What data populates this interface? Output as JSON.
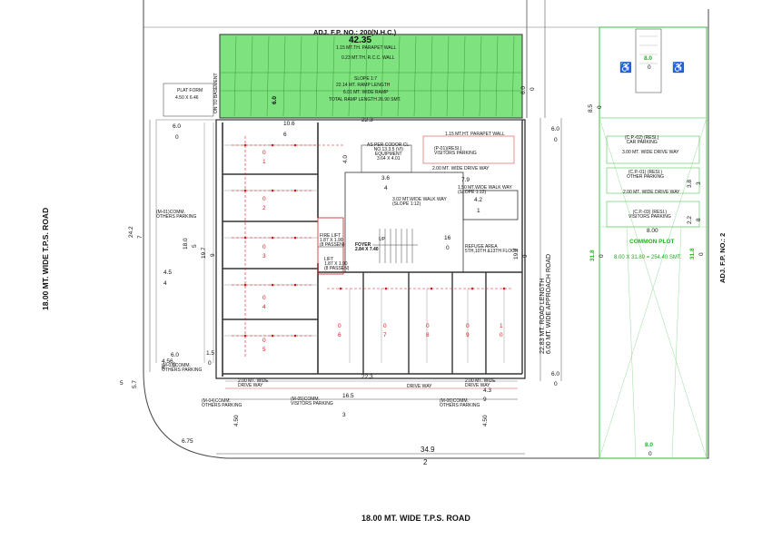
{
  "roads": {
    "bottom": "18.00 MT. WIDE T.P.S. ROAD",
    "left": "18.00 MT. WIDE T.P.S. ROAD",
    "right_plot": "ADJ. F.P. NO.: 2",
    "top_plot": "ADJ. F.P. NO.: 200(N.H.C.)"
  },
  "ramp": {
    "width": "42.35",
    "wall1": "1.15 MT.TH. PARAPET WALL",
    "wall2": "0.23 MT.TH. R.C.C. WALL",
    "slope": "SLOPE 1:7",
    "length": "22.14 MT. RAMP LENGTH",
    "wide": "6.01 MT. WIDE RAMP",
    "area": "TOTAL RAMP LENGTH 26.90 SMT.",
    "depth": "6.0",
    "basement": "ON TO BASEMENT"
  },
  "platform": {
    "title": "PLAT FORM",
    "size": "4.50 X 6.46"
  },
  "dims": {
    "d34_9": "34.9",
    "d2": "2",
    "d16_5": "16.5",
    "d3": "3",
    "d22_3a": "22.3",
    "d22_3b": "22.3",
    "d10_6": "10.6",
    "d6a": "6",
    "d24_2": "24.2",
    "d7": "7",
    "d18_0": "18.0",
    "d5": "5",
    "d19_7a": "19.7",
    "d9a": "9",
    "d19_7b": "19.7",
    "d9b": "9",
    "d4_5": "4.5",
    "d4": "4",
    "d6_0a": "6.0",
    "d0a": "0",
    "d6_0b": "6.0",
    "d0b": "0",
    "d6_0c": "6.0",
    "d0c": "0",
    "d6_0d": "6.0",
    "d0d": "0",
    "d6_0e": "6.0",
    "d0e": "0",
    "d8_5": "8.5",
    "d0f": "0",
    "d1_5": "1.5",
    "d0g": "0",
    "d4_56": "4.56",
    "d6b": "6",
    "d5_7": "5.7",
    "d5b": "5",
    "d6_75": "6.75",
    "d4_50a": "4.50",
    "d4_50b": "4.50",
    "d4_3": "4.3",
    "d9c": "9",
    "d3_6": "3.6",
    "d4b": "4",
    "d4_0": "4.0",
    "d7_9": "7.9",
    "d3_8": "3.8",
    "d3b": "3",
    "d2_2": "2.2",
    "d8": "8",
    "d31_8a": "31.8",
    "d0h": "0",
    "d31_8b": "31.8",
    "d0i": "0",
    "d8_00": "8.00",
    "d4_2": "4.2",
    "d1": "1",
    "d16": "16",
    "d0j": "0"
  },
  "parking": {
    "left_comm": "(M-01)COMM.\nOTHERS PARKING",
    "left_comm2": "(M-03)COMM.\nOTHERS PARKING",
    "bottom_visitors": "(M-05)COMM.\nVISITORS PARKING",
    "bottom_others": "(M-06)COMM.\nOTHERS PARKING",
    "bottom_others2": "(M-04)COMM.\nOTHERS PARKING",
    "top_visitors": "(P-01)(RESI.)\nVISITORS PARKING",
    "drive1": "2.00 MT. WIDE DRIVE WAY",
    "drive2": "2.00 MT. WIDE\nDRIVE WAY",
    "drive3": "2.00 MT. WIDE\nDRIVE WAY",
    "drive4": "DRIVE WAY",
    "walk1": "3.02 MT.WIDE WALK WAY\n(SLOPE 1:12)",
    "walk2": "1.50 MT.WIDE WALK WAY\n(SLOPE 1:12)",
    "parapet": "1.15 MT.HT. PARAPET WALL",
    "equipment": "AS PER CODOR CL.\nNO.13.3.5 (VI)\nEQUIPMENT\n3.64 X 4.01",
    "refuge": "REFUGE AREA\n5TH,10TH &13TH FLOOR",
    "foyer": "FOYER\n2.84 X 7.40",
    "fire_lift": "FIRE LIFT\n1.87 X 1.90\n(8 PASSEN)",
    "lift": "LIFT\n1.87 X 1.90\n(8 PASSEN)",
    "up": "UP"
  },
  "common_plot": {
    "title": "COMMON PLOT",
    "calc": "8.00 X 31.80 = 254.40 SMT.",
    "car_parking": "(C.P.-02) (RESI.)\nCAR PARKING",
    "drive_a": "3.00 MT. WIDE DRIVE WAY",
    "other_parking": "(C.P.-01) (RESI.)\nOTHER PARKING",
    "drive_b": "2.00 MT. WIDE DRIVE WAY",
    "visitors": "(C.P.-03) (RESI.)\nVISITORS PARKING",
    "top_dim": "8.0",
    "top_dim2": "0",
    "bot_dim": "8.0",
    "bot_dim2": "0"
  },
  "slots_left": [
    {
      "a": "0",
      "b": "1"
    },
    {
      "a": "0",
      "b": "2"
    },
    {
      "a": "0",
      "b": "3"
    },
    {
      "a": "0",
      "b": "4"
    },
    {
      "a": "0",
      "b": "5"
    }
  ],
  "slots_bottom": [
    {
      "a": "0",
      "b": "6"
    },
    {
      "a": "0",
      "b": "7"
    },
    {
      "a": "0",
      "b": "8"
    },
    {
      "a": "0",
      "b": "9"
    },
    {
      "a": "1",
      "b": "0"
    }
  ],
  "right_vertical": "22.83 MT. ROAD LENGTH\n6.00 MT. WIDE APPROACH ROAD",
  "colors": {
    "ramp": "#7ee37e",
    "green_line": "#33bb33",
    "red": "#d21b1b",
    "wall": "#222222"
  }
}
